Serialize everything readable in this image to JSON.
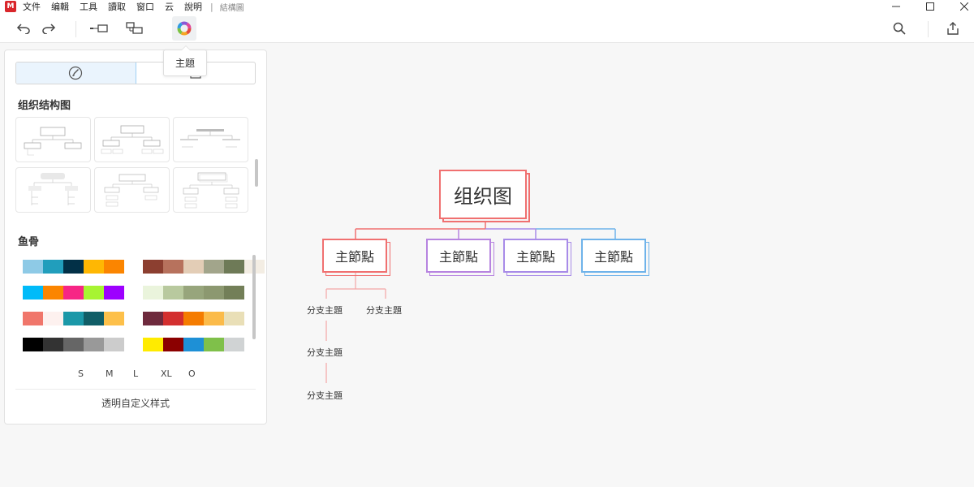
{
  "app": {
    "logo_text": "M",
    "menu": [
      "文件",
      "编輯",
      "工具",
      "讀取",
      "窗口",
      "云",
      "說明"
    ],
    "separator": "|",
    "doc_title": "結構圖"
  },
  "tooltip": {
    "text": "主題"
  },
  "panel": {
    "section_org": "组织结构图",
    "section_fishbone": "鱼骨",
    "sizes": [
      "S",
      "M",
      "L",
      "XL",
      "O"
    ],
    "transparent_label": "透明自定义样式"
  },
  "palettes": {
    "left": [
      [
        "#8ecae6",
        "#219ebc",
        "#023047",
        "#ffb703",
        "#fb8500"
      ],
      [
        "#00bbf9",
        "#fb8500",
        "#f72585",
        "#a7f432",
        "#9d00ff"
      ],
      [
        "#f0766b",
        "#fdf1ef",
        "#1b98a8",
        "#115e67",
        "#fdc04a"
      ],
      [
        "#000000",
        "#333333",
        "#666666",
        "#999999",
        "#cccccc"
      ]
    ],
    "right": [
      [
        "#8c3f30",
        "#b7725d",
        "#e3cdb6",
        "#a2a58b",
        "#6e7a57",
        "#f3ede3"
      ],
      [
        "#eaf4dc",
        "#b8c99e",
        "#97a57c",
        "#8c9870",
        "#737f58"
      ],
      [
        "#6e2a3d",
        "#d32f2f",
        "#f57c00",
        "#fbbb4a",
        "#e9dfb7"
      ],
      [
        "#ffeb00",
        "#8b0000",
        "#1e90d6",
        "#7fc04a",
        "#d0d3d4"
      ]
    ]
  },
  "mindmap": {
    "root": "组织图",
    "main_topic": "主節點",
    "sub_topic": "分支主題",
    "colors": {
      "red": "#f07070",
      "purple": "#b784e0",
      "violet": "#a88be8",
      "blue": "#6fb3ea"
    }
  }
}
